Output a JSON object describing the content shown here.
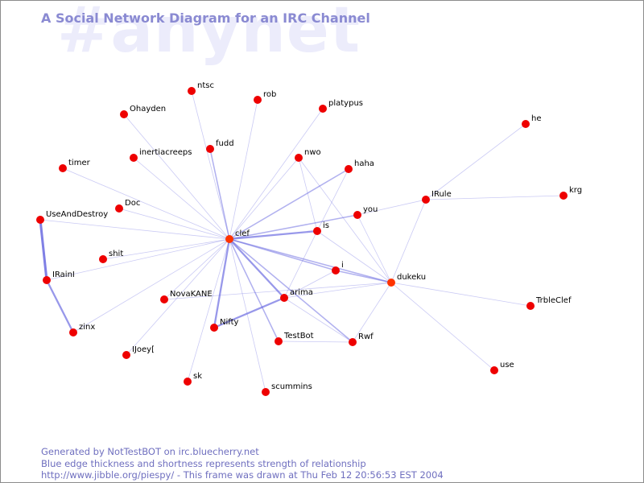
{
  "watermark": "#anynet",
  "title": "A Social Network Diagram for an IRC Channel",
  "colors": {
    "edge": "#6666e0",
    "node": "#ee0000",
    "node_center": "#ff3300",
    "title": "#8a8ad2",
    "watermark": "#ececfb",
    "footer": "#6f6fbf"
  },
  "nodes": [
    {
      "id": "ntsc",
      "label": "ntsc"
    },
    {
      "id": "rob",
      "label": "rob"
    },
    {
      "id": "platypus",
      "label": "platypus"
    },
    {
      "id": "Ohayden",
      "label": "Ohayden"
    },
    {
      "id": "he",
      "label": "he"
    },
    {
      "id": "fudd",
      "label": "fudd"
    },
    {
      "id": "inertiacreeps",
      "label": "inertiacreeps"
    },
    {
      "id": "nwo",
      "label": "nwo"
    },
    {
      "id": "timer",
      "label": "timer"
    },
    {
      "id": "haha",
      "label": "haha"
    },
    {
      "id": "IRule",
      "label": "IRule"
    },
    {
      "id": "krg",
      "label": "krg"
    },
    {
      "id": "Doc",
      "label": "Doc"
    },
    {
      "id": "you",
      "label": "you"
    },
    {
      "id": "UseAndDestroy",
      "label": "UseAndDestroy"
    },
    {
      "id": "is",
      "label": "is"
    },
    {
      "id": "clef",
      "label": "clef"
    },
    {
      "id": "shit",
      "label": "shit"
    },
    {
      "id": "i",
      "label": "i"
    },
    {
      "id": "IRainI",
      "label": "IRainI"
    },
    {
      "id": "dukeku",
      "label": "dukeku"
    },
    {
      "id": "NovaKANE",
      "label": "NovaKANE"
    },
    {
      "id": "arima",
      "label": "arima"
    },
    {
      "id": "TrbleClef",
      "label": "TrbleClef"
    },
    {
      "id": "Nifty",
      "label": "Nifty"
    },
    {
      "id": "zinx",
      "label": "zinx"
    },
    {
      "id": "TestBot",
      "label": "TestBot"
    },
    {
      "id": "Rwf",
      "label": "Rwf"
    },
    {
      "id": "IJoeyI",
      "label": "IJoey["
    },
    {
      "id": "use",
      "label": "use"
    },
    {
      "id": "sk",
      "label": "sk"
    },
    {
      "id": "scummins",
      "label": "scummins"
    }
  ],
  "edges": [
    {
      "source": "clef",
      "target": "ntsc",
      "weight": 1
    },
    {
      "source": "clef",
      "target": "rob",
      "weight": 1
    },
    {
      "source": "clef",
      "target": "platypus",
      "weight": 1
    },
    {
      "source": "clef",
      "target": "Ohayden",
      "weight": 1
    },
    {
      "source": "clef",
      "target": "fudd",
      "weight": 2
    },
    {
      "source": "clef",
      "target": "inertiacreeps",
      "weight": 1
    },
    {
      "source": "clef",
      "target": "nwo",
      "weight": 1
    },
    {
      "source": "clef",
      "target": "timer",
      "weight": 1
    },
    {
      "source": "clef",
      "target": "haha",
      "weight": 2
    },
    {
      "source": "clef",
      "target": "Doc",
      "weight": 1
    },
    {
      "source": "clef",
      "target": "you",
      "weight": 2
    },
    {
      "source": "clef",
      "target": "UseAndDestroy",
      "weight": 1
    },
    {
      "source": "clef",
      "target": "is",
      "weight": 3
    },
    {
      "source": "clef",
      "target": "shit",
      "weight": 1
    },
    {
      "source": "clef",
      "target": "i",
      "weight": 2
    },
    {
      "source": "clef",
      "target": "IRainI",
      "weight": 1
    },
    {
      "source": "clef",
      "target": "dukeku",
      "weight": 2
    },
    {
      "source": "clef",
      "target": "NovaKANE",
      "weight": 1
    },
    {
      "source": "clef",
      "target": "arima",
      "weight": 3
    },
    {
      "source": "clef",
      "target": "Nifty",
      "weight": 3
    },
    {
      "source": "clef",
      "target": "zinx",
      "weight": 1
    },
    {
      "source": "clef",
      "target": "TestBot",
      "weight": 2
    },
    {
      "source": "clef",
      "target": "Rwf",
      "weight": 2
    },
    {
      "source": "clef",
      "target": "IJoeyI",
      "weight": 1
    },
    {
      "source": "clef",
      "target": "sk",
      "weight": 1
    },
    {
      "source": "clef",
      "target": "scummins",
      "weight": 1
    },
    {
      "source": "UseAndDestroy",
      "target": "IRainI",
      "weight": 4
    },
    {
      "source": "IRainI",
      "target": "zinx",
      "weight": 3
    },
    {
      "source": "he",
      "target": "IRule",
      "weight": 1
    },
    {
      "source": "krg",
      "target": "IRule",
      "weight": 1
    },
    {
      "source": "you",
      "target": "IRule",
      "weight": 1
    },
    {
      "source": "IRule",
      "target": "dukeku",
      "weight": 1
    },
    {
      "source": "nwo",
      "target": "is",
      "weight": 1
    },
    {
      "source": "nwo",
      "target": "dukeku",
      "weight": 1
    },
    {
      "source": "haha",
      "target": "is",
      "weight": 1
    },
    {
      "source": "you",
      "target": "dukeku",
      "weight": 1
    },
    {
      "source": "is",
      "target": "dukeku",
      "weight": 1
    },
    {
      "source": "i",
      "target": "dukeku",
      "weight": 2
    },
    {
      "source": "arima",
      "target": "dukeku",
      "weight": 1
    },
    {
      "source": "arima",
      "target": "i",
      "weight": 1
    },
    {
      "source": "arima",
      "target": "Rwf",
      "weight": 1
    },
    {
      "source": "arima",
      "target": "Nifty",
      "weight": 3
    },
    {
      "source": "arima",
      "target": "is",
      "weight": 1
    },
    {
      "source": "NovaKANE",
      "target": "dukeku",
      "weight": 1
    },
    {
      "source": "dukeku",
      "target": "TrbleClef",
      "weight": 1
    },
    {
      "source": "dukeku",
      "target": "use",
      "weight": 1
    },
    {
      "source": "dukeku",
      "target": "Rwf",
      "weight": 1
    },
    {
      "source": "TestBot",
      "target": "Rwf",
      "weight": 1
    }
  ],
  "footer": {
    "line1": "Generated by NotTestBOT on irc.bluecherry.net",
    "line2": "Blue edge thickness and shortness represents strength of relationship",
    "line3": "http://www.jibble.org/piespy/ - This frame was drawn at Thu Feb 12 20:56:53 EST 2004"
  }
}
